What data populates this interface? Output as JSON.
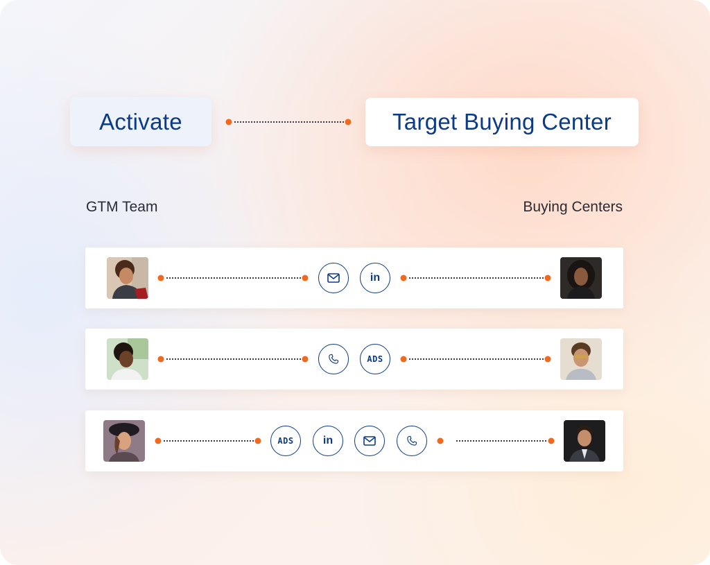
{
  "header": {
    "left_label": "Activate",
    "right_label": "Target Buying Center"
  },
  "columns": {
    "left": "GTM Team",
    "right": "Buying Centers"
  },
  "rows": [
    {
      "channels": [
        "email-icon",
        "linkedin-icon"
      ]
    },
    {
      "channels": [
        "phone-icon",
        "ads-icon"
      ]
    },
    {
      "channels": [
        "ads-icon",
        "linkedin-icon",
        "email-icon",
        "phone-icon"
      ]
    }
  ],
  "channel_text": {
    "ads": "ADS",
    "linkedin": "in"
  },
  "colors": {
    "accent_orange": "#ef6a1f",
    "brand_blue": "#0b3a86",
    "dotted_line": "#3a3a48"
  }
}
